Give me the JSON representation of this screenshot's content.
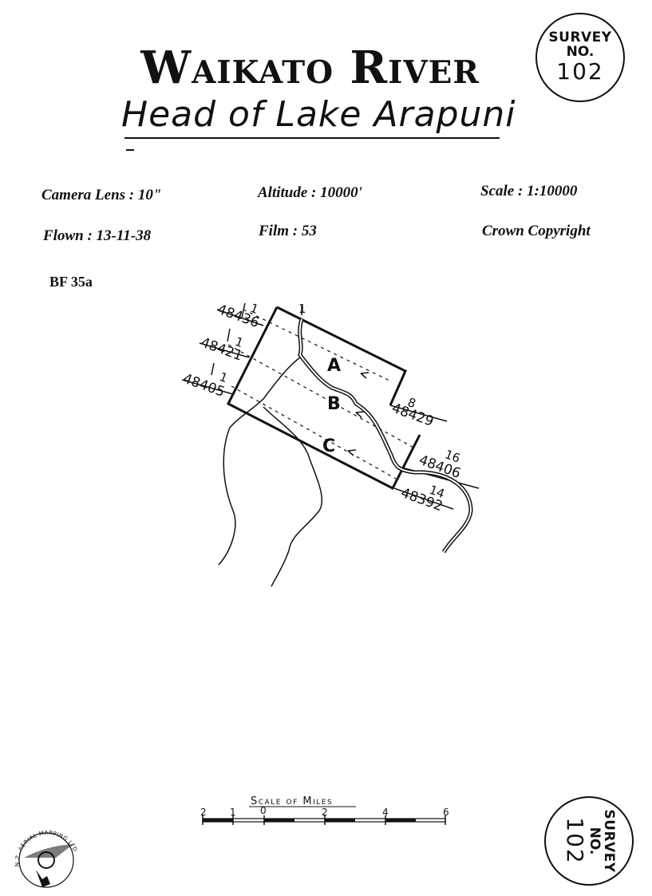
{
  "heading": {
    "title": "Waikato River",
    "subtitle": "Head of Lake Arapuni"
  },
  "stamp": {
    "line1": "SURVEY",
    "line2": "NO.",
    "number": "102"
  },
  "flight_info": {
    "camera_lens": "Camera Lens : 10\"",
    "altitude": "Altitude : 10000'",
    "scale": "Scale : 1:10000",
    "flown": "Flown : 13-11-38",
    "film": "Film : 53",
    "copyright": "Crown Copyright"
  },
  "sheet_ref": "BF 35a",
  "flight_lines": [
    {
      "label": "A",
      "start_frame": "1",
      "start_photo": "48436",
      "end_frame": "8",
      "end_photo": "48429"
    },
    {
      "label": "B",
      "start_frame": "1",
      "start_photo": "48421",
      "end_frame": "16",
      "end_photo": "48406"
    },
    {
      "label": "C",
      "start_frame": "1",
      "start_photo": "48405",
      "end_frame": "14",
      "end_photo": "48392"
    }
  ],
  "scale_bar": {
    "title": "Scale of Miles",
    "ticks": [
      "2",
      "1",
      "0",
      "2",
      "4",
      "6"
    ]
  },
  "logo": {
    "text": "N.Z. AERIAL MAPPING LTD."
  }
}
